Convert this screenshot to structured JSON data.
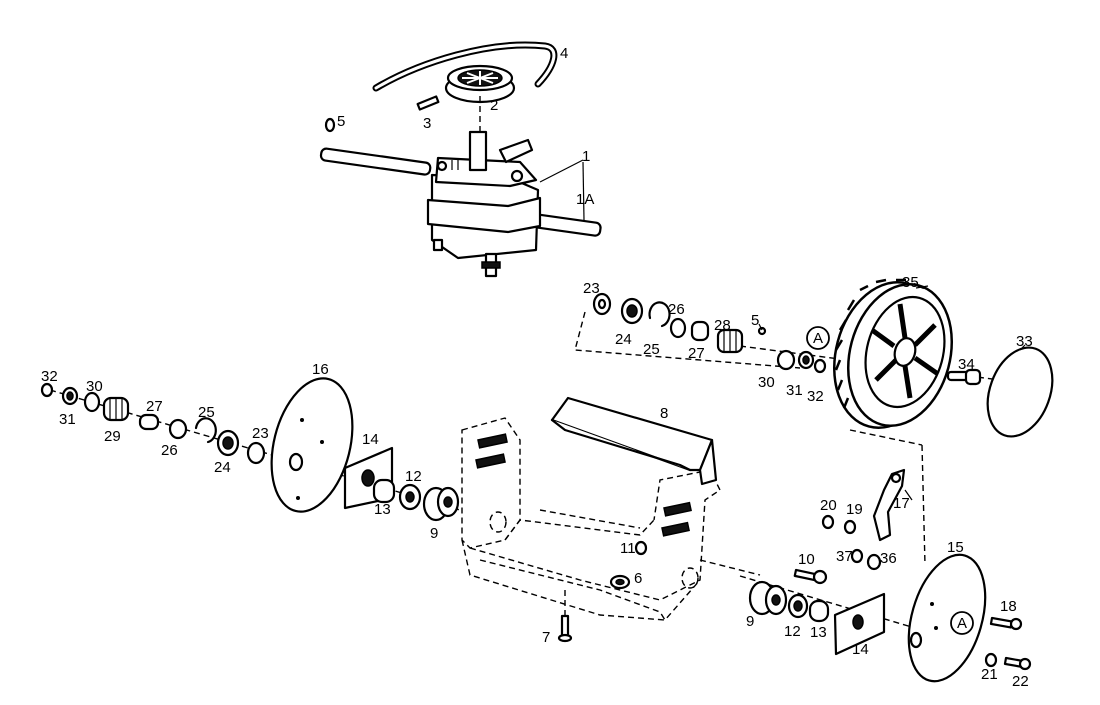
{
  "diagram": {
    "callouts": {
      "gearbox": "1",
      "axle": "1A",
      "pulley": "2",
      "pin": "3",
      "belt": "4",
      "washer_top": "5",
      "washer_right": "5",
      "washer_mid": "6",
      "screw_bottom": "7",
      "cover": "8",
      "bearing_left": "9",
      "bearing_right": "9",
      "screw_right": "10",
      "nut_mid": "11",
      "ring_left": "12",
      "ring_right": "12",
      "bush_left": "13",
      "bush_right": "13",
      "plate_left": "14",
      "plate_right": "14",
      "hubcap_right": "15",
      "hubcap_left": "16",
      "lever": "17",
      "screw_hub": "18",
      "washer_lever": "19",
      "nut_lever": "20",
      "nut_bottom": "21",
      "screw_bottom_right": "22",
      "washer_23_right": "23",
      "washer_23_left": "23",
      "bearing_24_right": "24",
      "bearing_24_left": "24",
      "circlip_25_right": "25",
      "circlip_25_left": "25",
      "washer_26_right": "26",
      "washer_26_left": "26",
      "sleeve_27_right": "27",
      "sleeve_27_left": "27",
      "gear_28": "28",
      "gear_29": "29",
      "washer_30_right": "30",
      "washer_30_left": "30",
      "washer_31_right": "31",
      "washer_31_left": "31",
      "nut_32_right": "32",
      "nut_32_left": "32",
      "hubcap_33": "33",
      "bolt_34": "34",
      "wheel_35": "35",
      "nut_36": "36",
      "nut_37": "37"
    },
    "markers": {
      "wheel": "A",
      "hub": "A"
    }
  }
}
